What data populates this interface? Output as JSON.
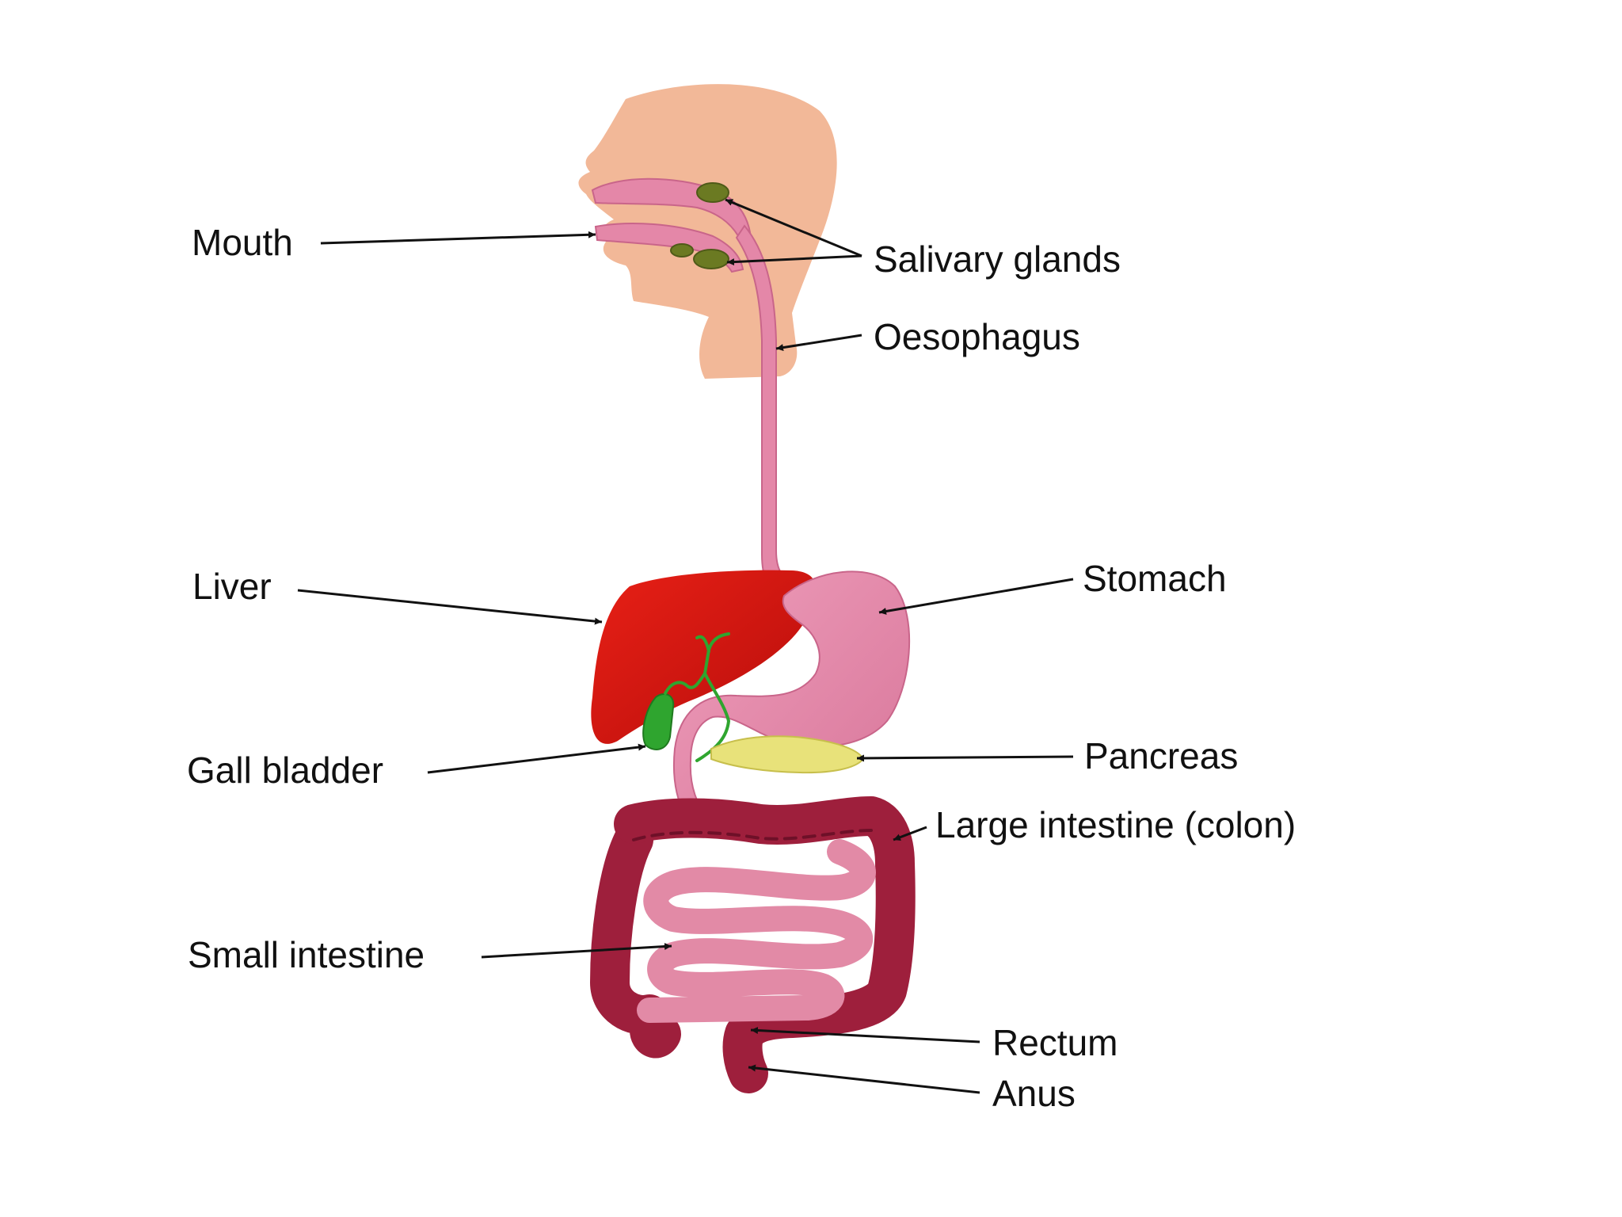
{
  "diagram": {
    "labels": {
      "mouth": "Mouth",
      "salivary_glands": "Salivary glands",
      "oesophagus": "Oesophagus",
      "liver": "Liver",
      "stomach": "Stomach",
      "gall_bladder": "Gall bladder",
      "pancreas": "Pancreas",
      "large_intestine": "Large intestine (colon)",
      "small_intestine": "Small intestine",
      "rectum": "Rectum",
      "anus": "Anus"
    },
    "colors": {
      "skin": "#F2B898",
      "tract": "#E487A8",
      "tract_dark": "#C9658A",
      "liver": "#E01B12",
      "liver_dark": "#7A0A0A",
      "gall_bladder": "#2FA52F",
      "salivary_glands": "#6B7A22",
      "pancreas": "#E8E27A",
      "colon": "#9E1F3C",
      "colon_dark": "#6E1028",
      "small_intestine": "#E28AA6",
      "text": "#111111"
    }
  }
}
